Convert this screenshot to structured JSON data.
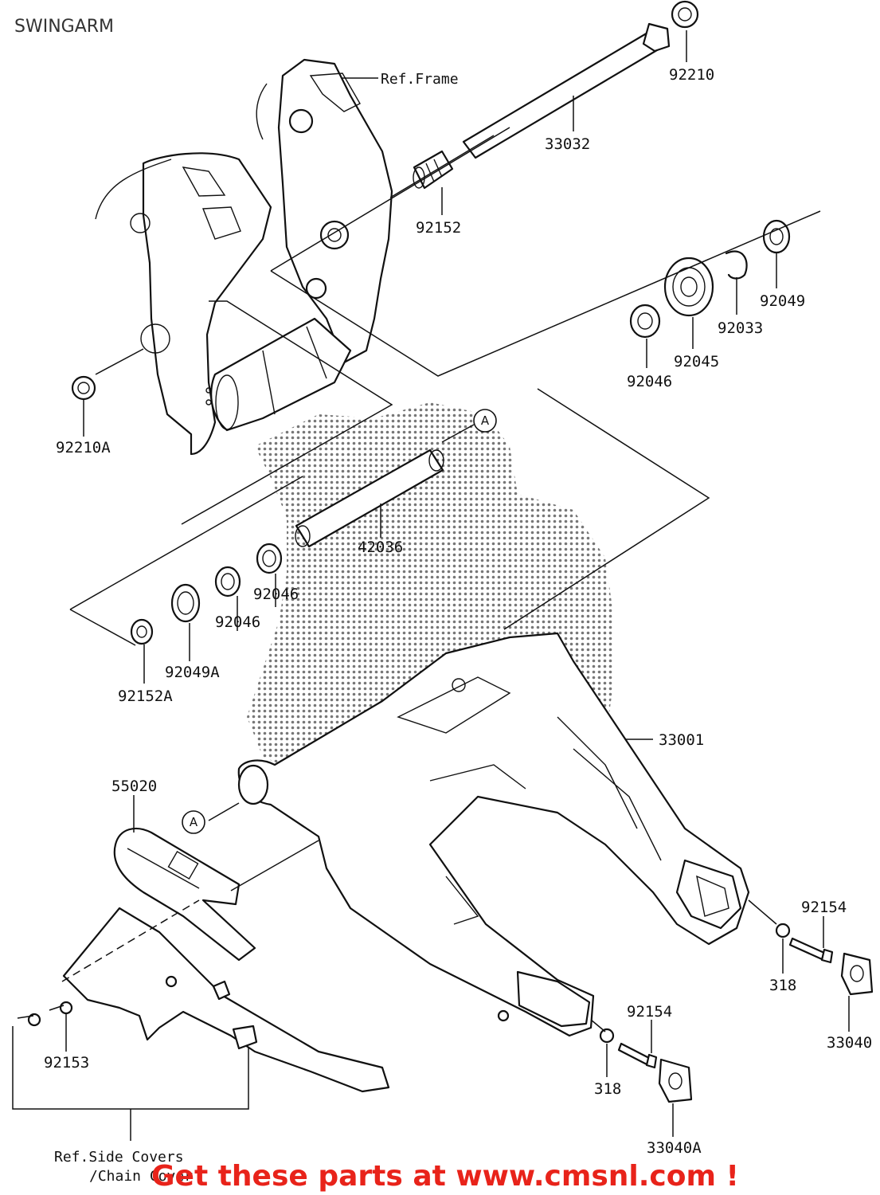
{
  "title": "SWINGARM",
  "ref_labels": {
    "frame": "Ref.Frame",
    "side_covers_line1": "Ref.Side Covers",
    "side_covers_line2": "/Chain Cover"
  },
  "markers": [
    "A",
    "A"
  ],
  "part_numbers": [
    "92210",
    "33032",
    "92152",
    "92049",
    "92033",
    "92045",
    "92046",
    "92210A",
    "42036",
    "92046",
    "92046",
    "92049A",
    "92152A",
    "33001",
    "55020",
    "92154",
    "318",
    "33040",
    "92154",
    "318",
    "33040A",
    "92153"
  ],
  "banner": {
    "text": "Get these parts at www.cmsnl.com !",
    "color": "#e8231a"
  },
  "colors": {
    "line": "#111111",
    "watermark_dots": "#555555"
  }
}
